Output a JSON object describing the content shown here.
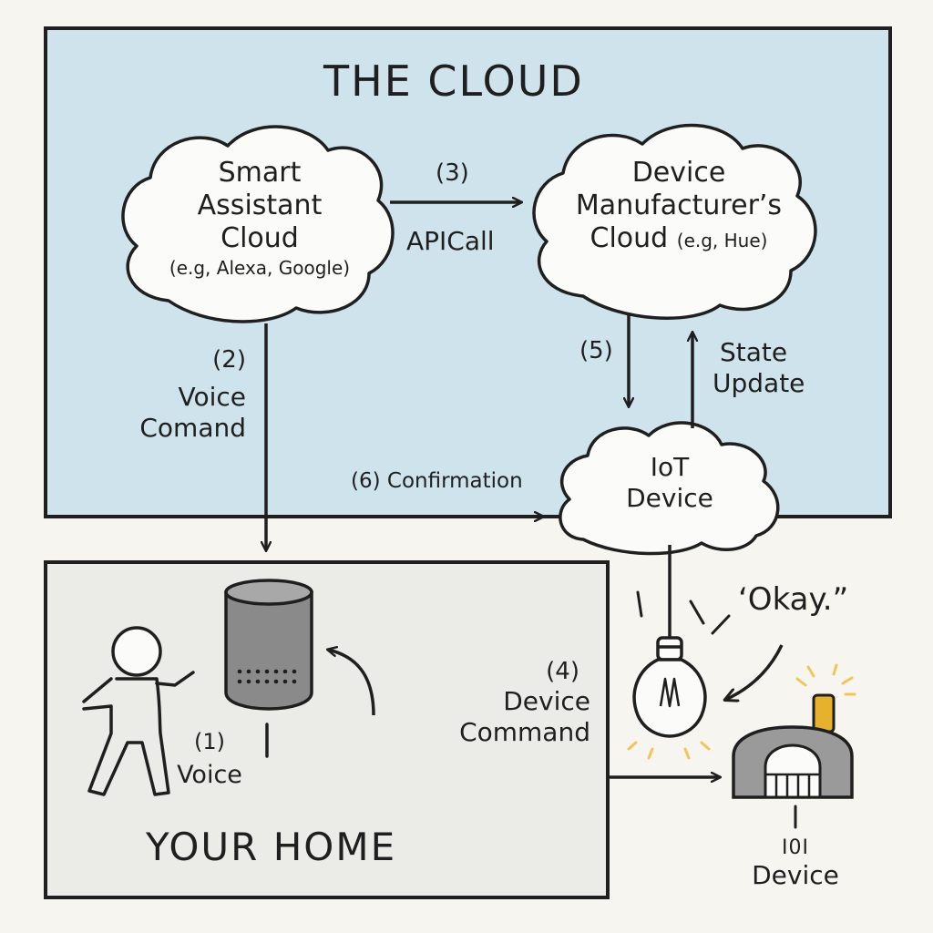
{
  "cloud_region": {
    "title": "THE CLOUD"
  },
  "home_region": {
    "title": "YOUR HOME"
  },
  "nodes": {
    "smart_assistant": {
      "line1": "Smart",
      "line2": "Assistant",
      "line3": "Cloud",
      "example": "(e.g, Alexa, Google)"
    },
    "manufacturer": {
      "line1": "Device",
      "line2": "Manufacturer’s",
      "line3": "Cloud",
      "example": "(e.g, Hue)"
    },
    "iot_device": {
      "line1": "IoT",
      "line2": "Device"
    },
    "garage_device": {
      "code": "I0I",
      "label": "Device"
    }
  },
  "edges": {
    "step3": {
      "number": "(3)",
      "label": "APICall"
    },
    "step2": {
      "number": "(2)",
      "line1": "Voice",
      "line2": "Comand"
    },
    "step5": {
      "number": "(5)"
    },
    "state_update": {
      "line1": "State",
      "line2": "Update"
    },
    "step6": {
      "label": "(6) Confirmation"
    },
    "step1": {
      "number": "(1)",
      "label": "Voice"
    },
    "step4": {
      "number": "(4)",
      "line1": "Device",
      "line2": "Command"
    }
  },
  "speech": {
    "text": "‘Okay.”"
  },
  "colors": {
    "cloud_fill": "#cfe3ec",
    "home_fill": "#ebebe7",
    "ink": "#1f1f1f",
    "speaker_gray": "#8a8a8a",
    "light_glow": "#f2c45a"
  }
}
